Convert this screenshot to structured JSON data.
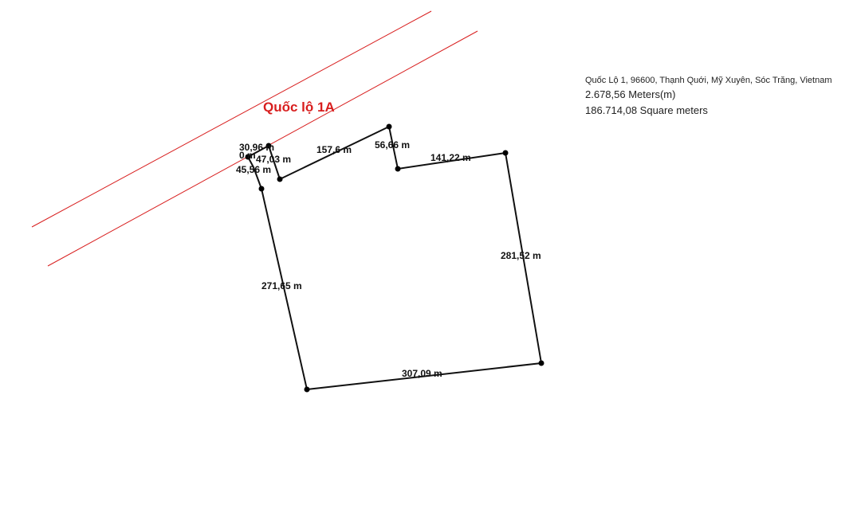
{
  "info": {
    "address": "Quốc Lộ 1, 96600, Thạnh Quới, Mỹ Xuyên, Sóc Trăng, Vietnam",
    "perimeter": "2.678,56 Meters(m)",
    "area": "186.714,08 Square meters"
  },
  "road": {
    "name": "Quốc lộ 1A",
    "color": "#d81e1e"
  },
  "segments": [
    {
      "id": "s1",
      "label": "30,96 m"
    },
    {
      "id": "s2",
      "label": "0 m"
    },
    {
      "id": "s3",
      "label": "47,03 m"
    },
    {
      "id": "s4",
      "label": "45,56 m"
    },
    {
      "id": "s5",
      "label": "157,6 m"
    },
    {
      "id": "s6",
      "label": "56,66 m"
    },
    {
      "id": "s7",
      "label": "141,22 m"
    },
    {
      "id": "s8",
      "label": "281,52 m"
    },
    {
      "id": "s9",
      "label": "307,09 m"
    },
    {
      "id": "s10",
      "label": "271,65 m"
    }
  ],
  "colors": {
    "boundary": "#111111",
    "vertex": "#000000"
  }
}
